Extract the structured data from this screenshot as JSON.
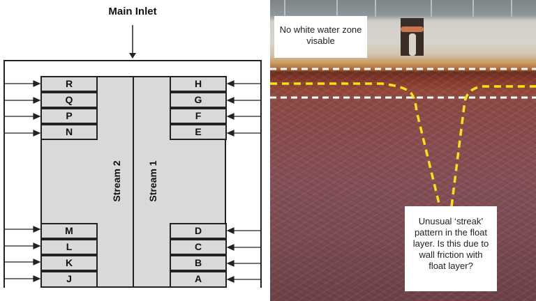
{
  "diagram": {
    "title": "Main Inlet",
    "streams": [
      "Stream 2",
      "Stream 1"
    ],
    "left_cells": [
      "R",
      "Q",
      "P",
      "N",
      "M",
      "L",
      "K",
      "J"
    ],
    "right_cells": [
      "H",
      "G",
      "F",
      "E",
      "D",
      "C",
      "B",
      "A"
    ]
  },
  "photo": {
    "callout_top": "No white water zone visable",
    "callout_bottom": "Unusual ‘streak’ pattern in the float layer. Is this due to wall friction with float layer?",
    "colors": {
      "white_dash": "#ffffff",
      "yellow_dash": "#f5e21b",
      "float_layer": "#855057"
    }
  }
}
